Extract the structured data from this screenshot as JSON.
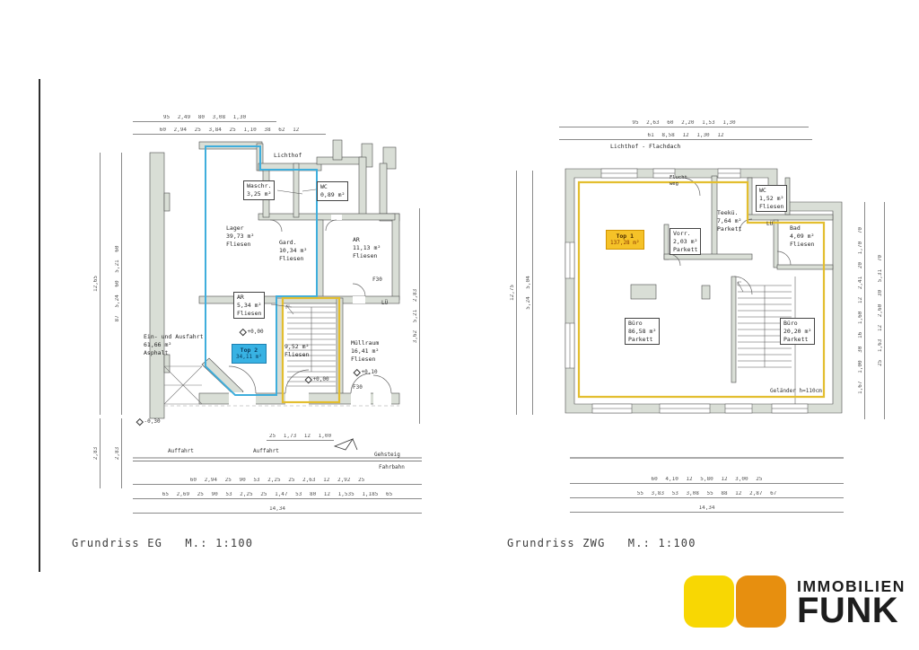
{
  "page": {
    "caption_eg": "Grundriss EG   M.: 1:100",
    "caption_zwg": "Grundriss ZWG   M.: 1:100"
  },
  "logo": {
    "line1": "IMMOBILIEN",
    "line2": "FUNK",
    "colors": {
      "yellow": "#F8D703",
      "orange": "#E78F0F",
      "text": "#1d1d1d"
    }
  },
  "colors": {
    "top1_outline": "#E3BE2F",
    "top1_badge": "#F5C228",
    "top2_outline": "#3FAEDC",
    "top2_badge": "#38B2E3",
    "wall_fill": "#D9DED6"
  },
  "plan_eg": {
    "lichthof": "Lichthof",
    "top_dims_1": "95  2,49  80  3,08  1,30",
    "top_dims_2": "60  2,94  25  3,84  25 1,10 38 62 12",
    "left_dim_outer": "12,65",
    "left_dim_outer_lower": "2,83",
    "left_dim_inner": "87   5,24   60   5,21   60",
    "left_dim_inner_lower": "2,83",
    "right_dim": "3,62   5,21   2,83",
    "mid_dims": "25  1,73  12  1,00",
    "bottom_dims_1": "60  2,94  25 90 53  2,25  25  2,63  12  2,92  25",
    "bottom_dims_2": "65  2,69  25 90 53  2,25  25  1,47  53 80 12  1,535  1,185  65",
    "bottom_total": "14,34",
    "rooms": {
      "lager": {
        "name": "Lager",
        "area": "39,73 m²",
        "floor": "Fliesen"
      },
      "waschr": {
        "name": "Waschr.",
        "area": "3,25 m²"
      },
      "wc": {
        "name": "WC",
        "area": "0,89 m²"
      },
      "gard": {
        "name": "Gard.",
        "area": "10,34 m²",
        "floor": "Fliesen"
      },
      "ar1": {
        "name": "AR",
        "area": "11,13 m²",
        "floor": "Fliesen"
      },
      "ar2": {
        "name": "AR",
        "area": "5,34 m²",
        "floor": "Fliesen"
      },
      "einfahrt": {
        "name": "Ein- und Ausfahrt",
        "area": "61,66 m²",
        "floor": "Asphalt"
      },
      "stiege": {
        "area": "9,52 m²",
        "floor": "Fliesen"
      },
      "muellraum": {
        "name": "Müllraum",
        "area": "16,41 m²",
        "floor": "Fliesen"
      }
    },
    "unit": {
      "label": "Top 2",
      "area": "34,11 m²"
    },
    "levels": {
      "l1": "+0,00",
      "l2": "+0,00",
      "l3": "+0,10",
      "l4": "-0,30"
    },
    "fire_door_1": "F30",
    "fire_door_2": "F30",
    "vent_label": "LÜ",
    "street": {
      "auffahrt1": "Auffahrt",
      "auffahrt2": "Auffahrt",
      "gehsteig": "Gehsteig",
      "fahrbahn": "Fahrbahn"
    }
  },
  "plan_zwg": {
    "lichthof": "Lichthof - Flachdach",
    "top_dims_1": "95  2,63  60  2,20  1,53  1,30",
    "top_dims_2": "61  8,58  12  1,30  12",
    "left_dim_outer": "12,75",
    "left_dim_inner": "5,24   5,04",
    "right_dim_1": "1,67  1,00 30 16  1,60 12  2,41  20  1,70  70",
    "right_dim_2": "25  1,63 12  2,60  30  5,31  70",
    "bottom_dims_1": "60  4,10  12  5,80  12  3,00  25",
    "bottom_dims_2": "55  3,83  53  3,08  55 88 12  2,87  67",
    "bottom_total": "14,34",
    "fluchtweg_1": "Flucht",
    "fluchtweg_2": "weg",
    "rooms": {
      "vorr": {
        "name": "Vorr.",
        "area": "2,03 m²",
        "floor": "Parkett"
      },
      "teekue": {
        "name": "Teekü.",
        "area": "7,64 m²",
        "floor": "Parkett"
      },
      "wc": {
        "name": "WC",
        "area": "1,52 m²",
        "floor": "Fliesen"
      },
      "bad": {
        "name": "Bad",
        "area": "4,09 m²",
        "floor": "Fliesen"
      },
      "buero1": {
        "name": "Büro",
        "area": "86,58 m²",
        "floor": "Parkett"
      },
      "buero2": {
        "name": "Büro",
        "area": "20,20 m²",
        "floor": "Parkett"
      }
    },
    "unit": {
      "label": "Top 1",
      "area": "137,28 m²"
    },
    "vent_label": "LÜ",
    "railing": "Geländer h=110cm"
  }
}
